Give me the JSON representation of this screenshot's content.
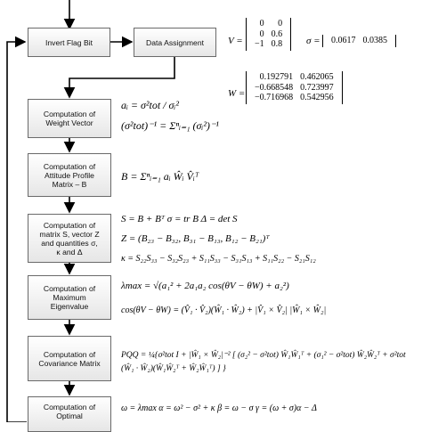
{
  "boxes": {
    "invert": "Invert Flag Bit",
    "assign": "Data Assignment",
    "weight": [
      "Computation of",
      "Weight Vector"
    ],
    "attitude": [
      "Computation of",
      "Attitude Profile",
      "Matrix – B"
    ],
    "matrixS": [
      "Computation of",
      "matrix S, vector Z",
      "and quantities  σ,",
      "κ and Δ"
    ],
    "eigen": [
      "Computation of",
      "Maximum",
      "Eigenvalue"
    ],
    "cov": [
      "Computation of",
      "Covariance Matrix"
    ],
    "optimal": [
      "Computation of",
      "Optimal"
    ]
  },
  "matrices": {
    "V_label": "V =",
    "V_rows": [
      [
        "0",
        "0"
      ],
      [
        "0",
        "0.6"
      ],
      [
        "−1",
        "0.8"
      ]
    ],
    "sigma_label": "σ =",
    "sigma_row": [
      "0.0617",
      "0.0385"
    ],
    "W_label": "W =",
    "W_rows": [
      [
        "0.192791",
        "0.462065"
      ],
      [
        "−0.668548",
        "0.723997"
      ],
      [
        "−0.716968",
        "0.542956"
      ]
    ]
  },
  "equations": {
    "weight_1": "aᵢ = σ²tot / σᵢ²",
    "weight_2": "(σ²tot)⁻¹ = Σⁿᵢ₌₁ (σᵢ²)⁻¹",
    "attitude": "B = Σⁿᵢ₌₁ aᵢ Ŵᵢ V̂ᵢᵀ",
    "s_1": "S = B + Bᵀ      σ = tr B      Δ = det S",
    "s_2": "Z = (B₂₃ − B₃₂, B₃₁ − B₁₃, B₁₂ − B₂₁)ᵀ",
    "s_3": "κ = S₂₂S₃₃ − S₃₂S₂₃ + S₁₁S₃₃ − S₃₁S₁₃ + S₁₁S₂₂ − S₂₁S₁₂",
    "eig_1": "λmax = √(a₁² + 2a₁a₂ cos(θV − θW) + a₂²)",
    "eig_2": "cos(θV − θW) = (V̂₁ · V̂₂)(Ŵ₁ · Ŵ₂) + |V̂₁ × V̂₂| |Ŵ₁ × Ŵ₂|",
    "cov": "PQQ = ¼{σ²tot I + |Ŵ₁ × Ŵ₂|⁻² [ (σ₂² − σ²tot) Ŵ₁Ŵ₁ᵀ + (σ₁² − σ²tot) Ŵ₂Ŵ₂ᵀ + σ²tot (Ŵ₁ · Ŵ₂)(Ŵ₁Ŵ₂ᵀ + Ŵ₂Ŵ₁ᵀ) ] }",
    "opt": "ω = λmax      α = ω² − σ² + κ      β = ω − σ      γ = (ω + σ)α − Δ"
  }
}
